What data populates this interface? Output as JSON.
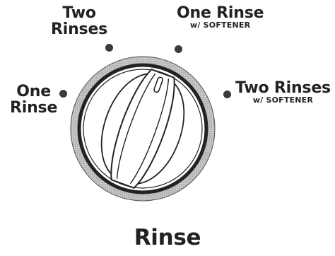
{
  "dial": {
    "title": "Rinse",
    "selected_option": "One Rinse w/ SOFTENER",
    "options": [
      {
        "label": "One",
        "label_line2": "Rinse",
        "sub": ""
      },
      {
        "label": "Two",
        "label_line2": "Rinses",
        "sub": ""
      },
      {
        "label": "One Rinse",
        "label_line2": "",
        "sub": "w/ SOFTENER"
      },
      {
        "label": "Two Rinses",
        "label_line2": "",
        "sub": "w/ SOFTENER"
      }
    ]
  },
  "icons": {
    "knob": "rotary-knob-icon",
    "indicator": "position-dot-icon"
  },
  "colors": {
    "ink": "#222222",
    "dot": "#3a3a3a",
    "knob_ring": "#9a9a9a"
  }
}
